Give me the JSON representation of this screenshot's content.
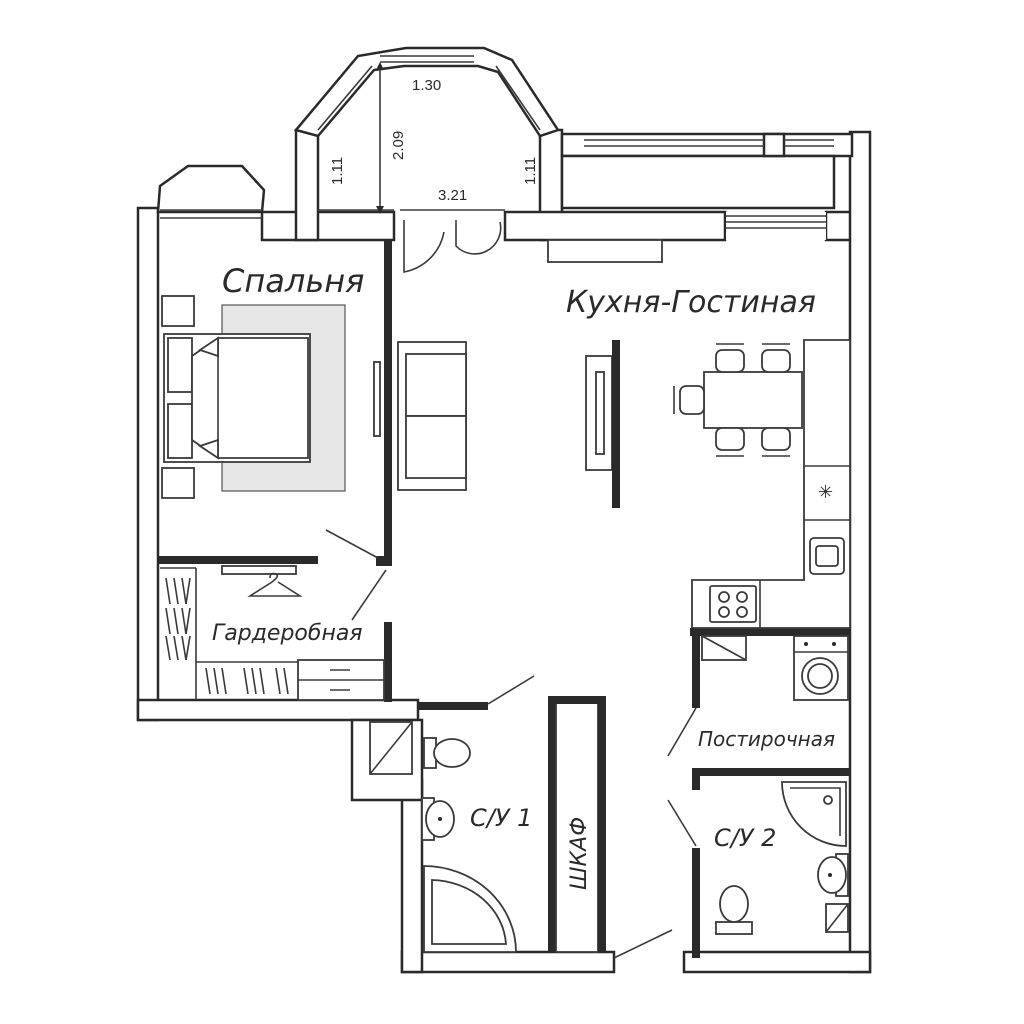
{
  "rooms": {
    "bedroom": "Спальня",
    "kitchen_living": "Кухня-Гостиная",
    "wardrobe": "Гардеробная",
    "laundry": "Постирочная",
    "bathroom1": "С/У 1",
    "bathroom2": "С/У 2",
    "closet": "ШКАФ"
  },
  "dimensions": {
    "bay_top": "1.30",
    "bay_depth": "2.09",
    "bay_left_side": "1.11",
    "bay_right_side": "1.11",
    "bay_width": "3.21"
  }
}
